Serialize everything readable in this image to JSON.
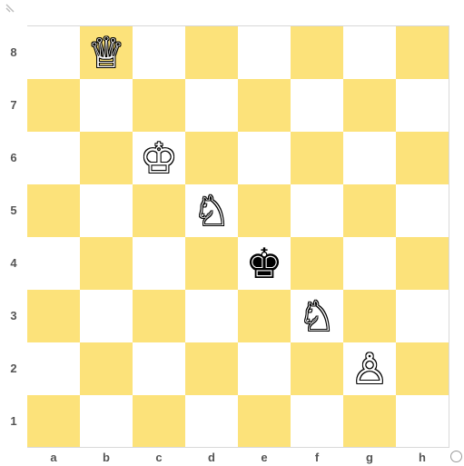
{
  "board": {
    "files": [
      "a",
      "b",
      "c",
      "d",
      "e",
      "f",
      "g",
      "h"
    ],
    "ranks": [
      "8",
      "7",
      "6",
      "5",
      "4",
      "3",
      "2",
      "1"
    ],
    "light_color": "#ffffff",
    "dark_color": "#fce27a",
    "pieces": [
      {
        "square": "b8",
        "color": "white",
        "type": "queen",
        "glyph": "♕",
        "icon": "white-queen-icon"
      },
      {
        "square": "c6",
        "color": "white",
        "type": "king",
        "glyph": "♔",
        "icon": "white-king-icon"
      },
      {
        "square": "d5",
        "color": "white",
        "type": "knight",
        "glyph": "♘",
        "icon": "white-knight-icon"
      },
      {
        "square": "e4",
        "color": "black",
        "type": "king",
        "glyph": "♚",
        "icon": "black-king-icon"
      },
      {
        "square": "f3",
        "color": "white",
        "type": "knight",
        "glyph": "♘",
        "icon": "white-knight-icon"
      },
      {
        "square": "g2",
        "color": "white",
        "type": "pawn",
        "glyph": "♙",
        "icon": "white-pawn-icon"
      }
    ]
  },
  "icons": {
    "corner_mark": "resize-handle-icon",
    "corner_handle": "radio-circle-icon"
  }
}
